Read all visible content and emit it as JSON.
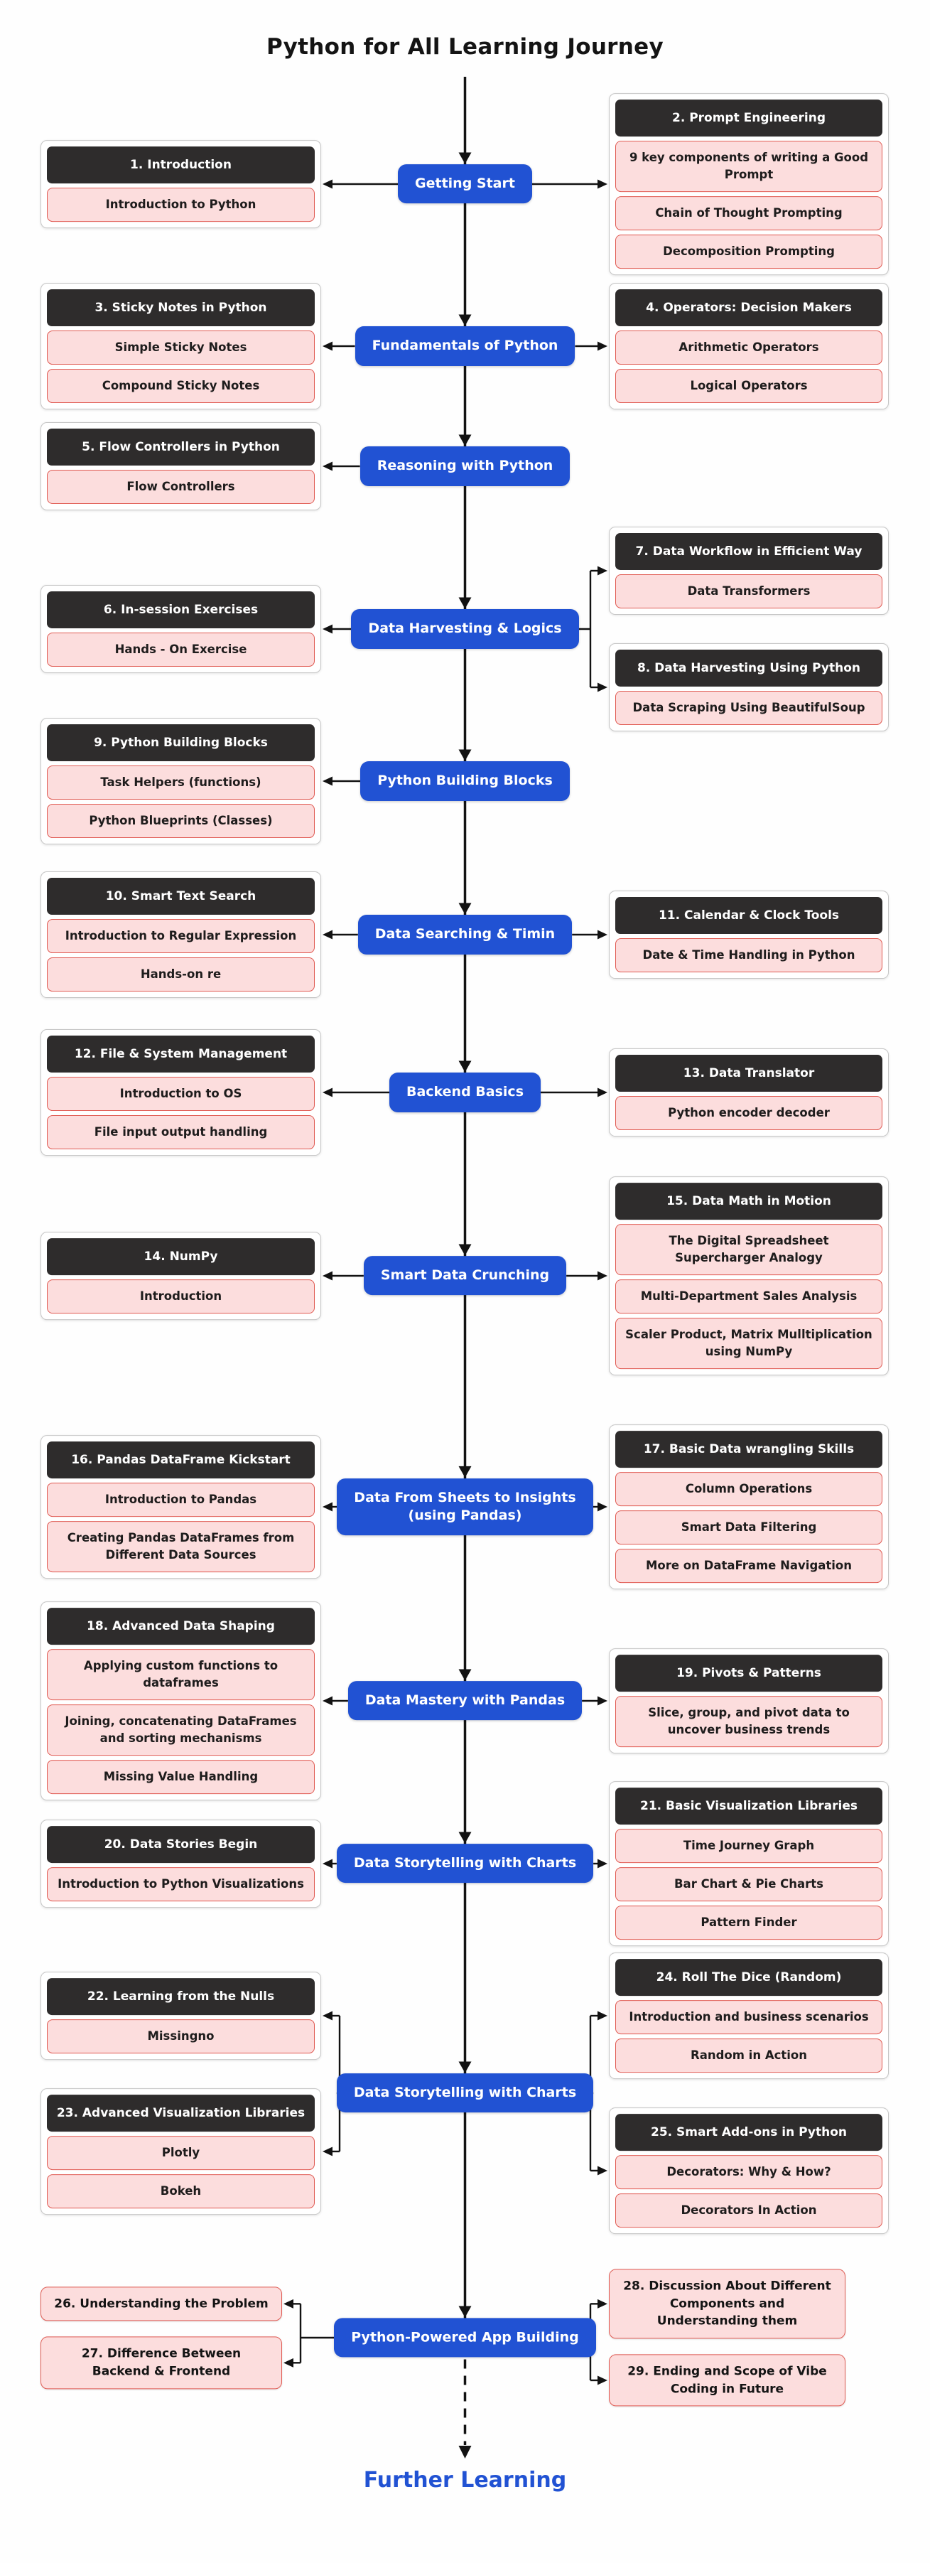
{
  "title": "Python for All Learning Journey",
  "footer": "Further Learning",
  "colors": {
    "node_blue": "#2152d3",
    "header_dark": "#2e2c2c",
    "item_pink_bg": "#fcdddd",
    "item_pink_border": "#e05a52",
    "connector": "#121212",
    "further_blue": "#2152d3"
  },
  "sections": [
    {
      "node": {
        "label": "Getting Start"
      },
      "left": [
        {
          "header": "1. Introduction",
          "items": [
            "Introduction to Python"
          ]
        }
      ],
      "right": [
        {
          "header": "2. Prompt Engineering",
          "items": [
            "9 key components of writing a Good Prompt",
            "Chain of Thought Prompting",
            "Decomposition Prompting"
          ]
        }
      ]
    },
    {
      "node": {
        "label": "Fundamentals of Python"
      },
      "left": [
        {
          "header": "3. Sticky Notes in Python",
          "items": [
            "Simple Sticky Notes",
            "Compound Sticky Notes"
          ]
        }
      ],
      "right": [
        {
          "header": "4. Operators: Decision Makers",
          "items": [
            "Arithmetic Operators",
            "Logical Operators"
          ]
        }
      ]
    },
    {
      "node": {
        "label": "Reasoning with Python"
      },
      "left": [
        {
          "header": "5. Flow Controllers in Python",
          "items": [
            "Flow Controllers"
          ]
        }
      ],
      "right": []
    },
    {
      "node": {
        "label": "Data Harvesting & Logics"
      },
      "left": [
        {
          "header": "6. In-session Exercises",
          "items": [
            "Hands - On Exercise"
          ]
        }
      ],
      "right": [
        {
          "header": "7. Data Workflow in Efficient Way",
          "items": [
            "Data Transformers"
          ]
        },
        {
          "header": "8. Data Harvesting Using Python",
          "items": [
            "Data Scraping Using BeautifulSoup"
          ]
        }
      ]
    },
    {
      "node": {
        "label": "Python Building Blocks"
      },
      "left": [
        {
          "header": "9. Python Building Blocks",
          "items": [
            "Task Helpers (functions)",
            "Python Blueprints (Classes)"
          ]
        }
      ],
      "right": []
    },
    {
      "node": {
        "label": "Data Searching & Timin"
      },
      "left": [
        {
          "header": "10. Smart Text Search",
          "items": [
            "Introduction to Regular Expression",
            "Hands-on re"
          ]
        }
      ],
      "right": [
        {
          "header": "11. Calendar & Clock Tools",
          "items": [
            "Date & Time Handling in Python"
          ]
        }
      ]
    },
    {
      "node": {
        "label": "Backend Basics"
      },
      "left": [
        {
          "header": "12. File & System Management",
          "items": [
            "Introduction to OS",
            "File input output handling"
          ]
        }
      ],
      "right": [
        {
          "header": "13. Data Translator",
          "items": [
            "Python encoder decoder"
          ]
        }
      ]
    },
    {
      "node": {
        "label": "Smart Data Crunching"
      },
      "left": [
        {
          "header": "14. NumPy",
          "items": [
            "Introduction"
          ]
        }
      ],
      "right": [
        {
          "header": "15. Data Math in Motion",
          "items": [
            "The Digital Spreadsheet Supercharger Analogy",
            "Multi-Department Sales Analysis",
            "Scaler Product, Matrix Mulltiplication using NumPy"
          ]
        }
      ]
    },
    {
      "node": {
        "label": "Data From Sheets to Insights\n(using Pandas)"
      },
      "left": [
        {
          "header": "16. Pandas DataFrame Kickstart",
          "items": [
            "Introduction to Pandas",
            "Creating Pandas DataFrames from Different Data Sources"
          ]
        }
      ],
      "right": [
        {
          "header": "17. Basic Data wrangling Skills",
          "items": [
            "Column Operations",
            "Smart Data Filtering",
            "More on DataFrame Navigation"
          ]
        }
      ]
    },
    {
      "node": {
        "label": "Data Mastery with Pandas"
      },
      "left": [
        {
          "header": "18. Advanced Data Shaping",
          "items": [
            "Applying custom functions to dataframes",
            "Joining, concatenating DataFrames and sorting mechanisms",
            "Missing Value Handling"
          ]
        }
      ],
      "right": [
        {
          "header": "19. Pivots & Patterns",
          "items": [
            "Slice, group, and pivot data to uncover business trends"
          ]
        }
      ]
    },
    {
      "node": {
        "label": "Data Storytelling with Charts"
      },
      "left": [
        {
          "header": "20. Data Stories Begin",
          "items": [
            "Introduction to Python Visualizations"
          ]
        }
      ],
      "right": [
        {
          "header": "21. Basic Visualization Libraries",
          "items": [
            "Time Journey Graph",
            "Bar Chart & Pie Charts",
            "Pattern Finder"
          ]
        }
      ]
    },
    {
      "node": {
        "label": "Data Storytelling with Charts"
      },
      "left": [
        {
          "header": "22. Learning from the Nulls",
          "items": [
            "Missingno"
          ]
        },
        {
          "header": "23. Advanced Visualization Libraries",
          "items": [
            "Plotly",
            "Bokeh"
          ]
        }
      ],
      "right": [
        {
          "header": "24. Roll The Dice (Random)",
          "items": [
            "Introduction and business scenarios",
            "Random in Action"
          ]
        },
        {
          "header": "25. Smart Add-ons in Python",
          "items": [
            "Decorators: Why & How?",
            "Decorators In Action"
          ]
        }
      ]
    },
    {
      "node": {
        "label": "Python-Powered App Building"
      },
      "left": [
        {
          "box": "26. Understanding the Problem"
        },
        {
          "box": "27. Difference Between Backend & Frontend"
        }
      ],
      "right": [
        {
          "box": "28. Discussion About Different Components and Understanding them"
        },
        {
          "box": "29. Ending and Scope of Vibe Coding in Future"
        }
      ]
    }
  ]
}
